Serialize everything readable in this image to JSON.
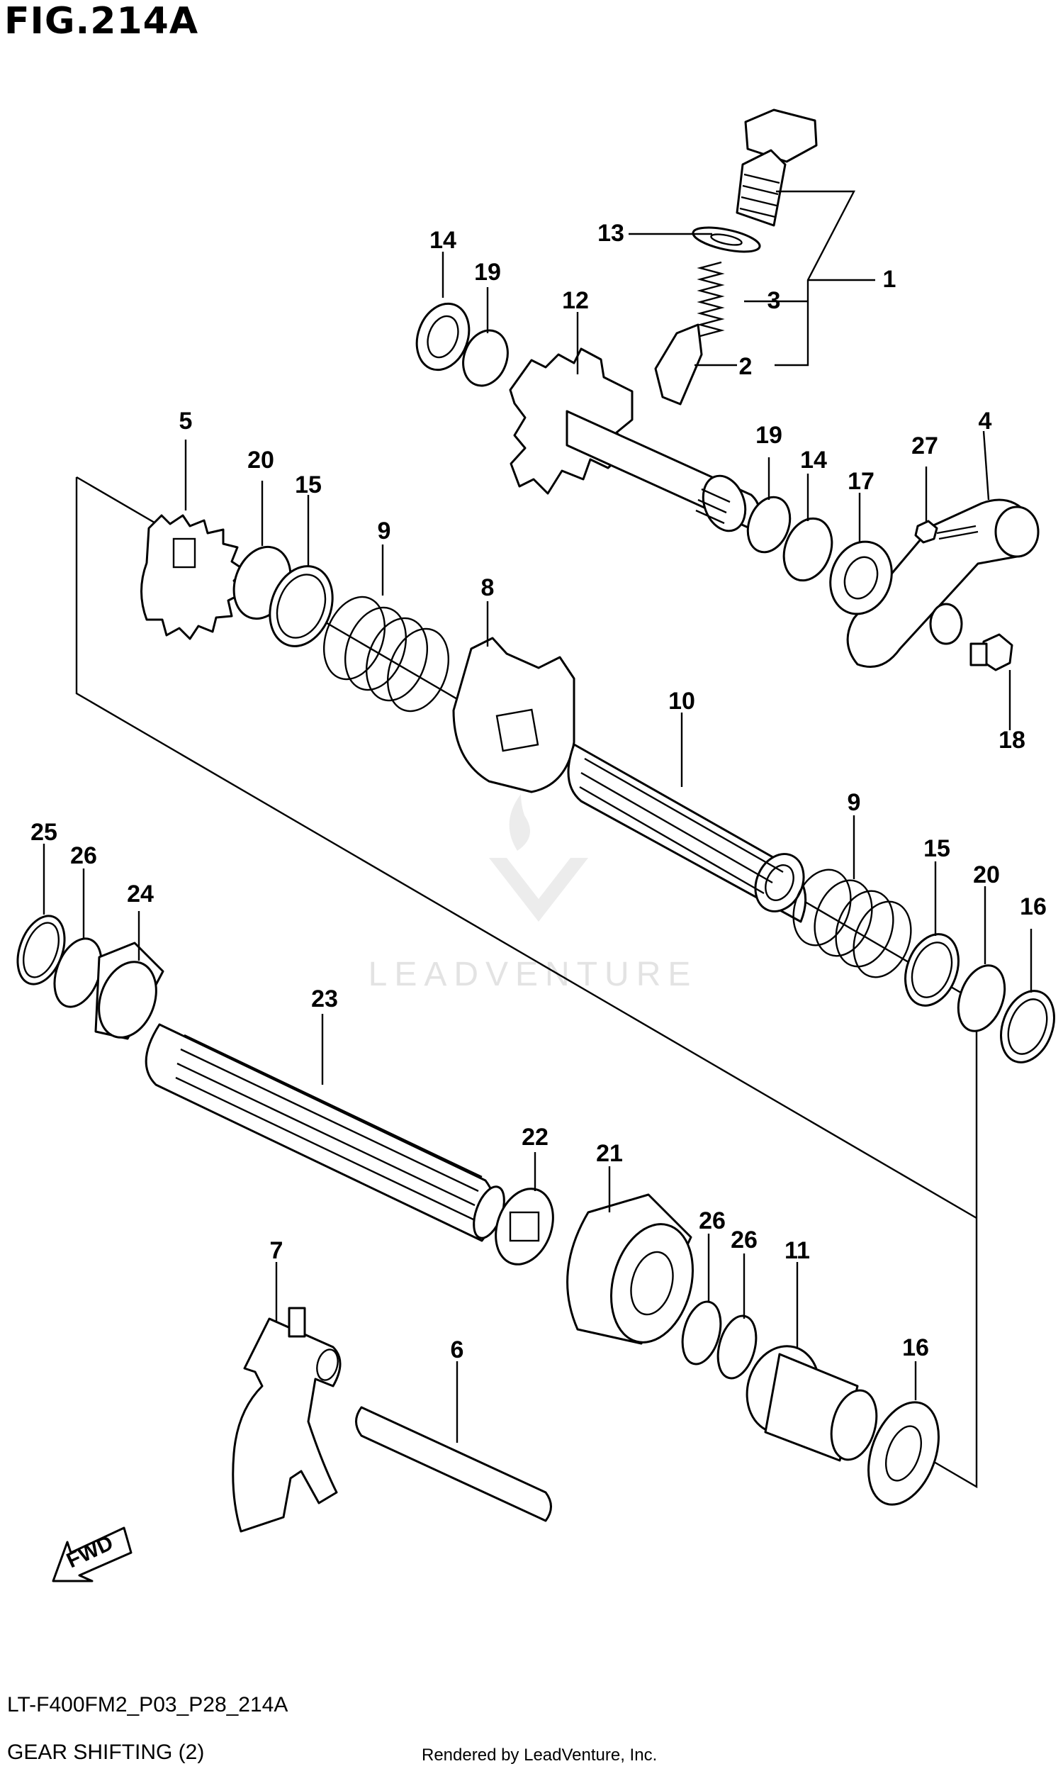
{
  "figure": {
    "title": "FIG.214A",
    "code": "LT-F400FM2_P03_P28_214A",
    "name": "GEAR SHIFTING (2)",
    "credit": "Rendered by LeadVenture, Inc.",
    "watermark": "LEADVENTURE",
    "fwd_label": "FWD"
  },
  "callouts": {
    "c1": "1",
    "c2": "2",
    "c3": "3",
    "c4": "4",
    "c5": "5",
    "c6": "6",
    "c7": "7",
    "c8": "8",
    "c9a": "9",
    "c9b": "9",
    "c10": "10",
    "c11": "11",
    "c12": "12",
    "c13": "13",
    "c14a": "14",
    "c14b": "14",
    "c15a": "15",
    "c15b": "15",
    "c16a": "16",
    "c16b": "16",
    "c17": "17",
    "c18": "18",
    "c19a": "19",
    "c19b": "19",
    "c20a": "20",
    "c20b": "20",
    "c21": "21",
    "c22": "22",
    "c23": "23",
    "c24": "24",
    "c25": "25",
    "c26a": "26",
    "c26b": "26",
    "c26c": "26",
    "c27": "27"
  },
  "colors": {
    "line": "#000000",
    "background": "#ffffff",
    "watermark": "#e3e3e3"
  }
}
